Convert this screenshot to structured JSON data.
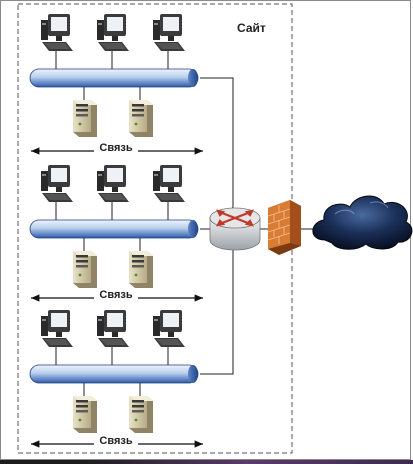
{
  "site_label": "Сайт",
  "segments": [
    {
      "link_label": "Связь",
      "workstations": 3,
      "servers": 2
    },
    {
      "link_label": "Связь",
      "workstations": 3,
      "servers": 2
    },
    {
      "link_label": "Связь",
      "workstations": 3,
      "servers": 2
    }
  ],
  "colors": {
    "bus_light": "#d6e4f7",
    "bus_dark": "#2c5aa8",
    "router": "#c0392b",
    "firewall": "#d2691e",
    "cloud": "#0e1a33"
  }
}
